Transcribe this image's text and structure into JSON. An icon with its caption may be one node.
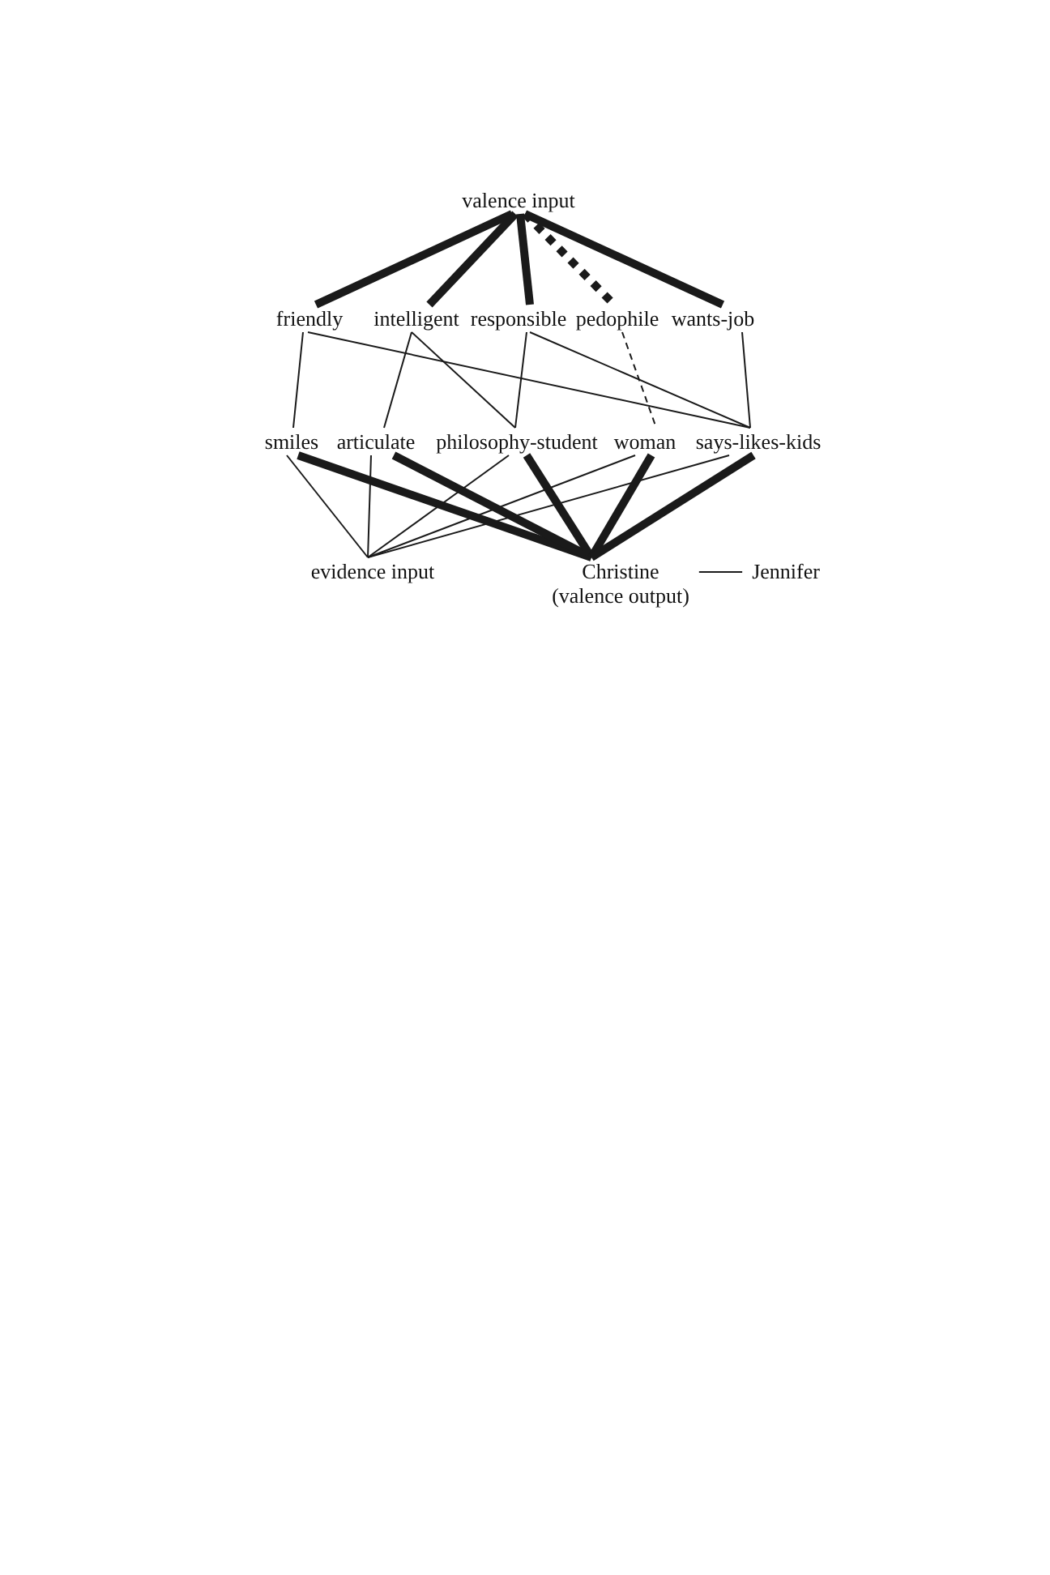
{
  "diagram": {
    "nodes": [
      {
        "text": [
          "valence input"
        ]
      },
      {
        "text": [
          "friendly"
        ]
      },
      {
        "text": [
          "intelligent"
        ]
      },
      {
        "text": [
          "responsible"
        ]
      },
      {
        "text": [
          "pedophile"
        ]
      },
      {
        "text": [
          "wants-job"
        ]
      },
      {
        "text": [
          "smiles"
        ]
      },
      {
        "text": [
          "articulate"
        ]
      },
      {
        "text": [
          "philosophy-student"
        ]
      },
      {
        "text": [
          "woman"
        ]
      },
      {
        "text": [
          "says-likes-kids"
        ]
      },
      {
        "text": [
          "evidence input"
        ]
      },
      {
        "text": [
          "Christine",
          "(valence output)"
        ]
      },
      {
        "text": [
          "Jennifer"
        ]
      }
    ],
    "edges": [
      {
        "from": 0,
        "to": 1,
        "arrow": "none",
        "style": "thick"
      },
      {
        "from": 0,
        "to": 2,
        "arrow": "none",
        "style": "thick"
      },
      {
        "from": 0,
        "to": 3,
        "arrow": "none",
        "style": "thick"
      },
      {
        "from": 0,
        "to": 4,
        "arrow": "none",
        "style": "dashed"
      },
      {
        "from": 0,
        "to": 5,
        "arrow": "none",
        "style": "thick"
      },
      {
        "from": 1,
        "to": 6,
        "arrow": "none"
      },
      {
        "from": 1,
        "to": 10,
        "arrow": "none"
      },
      {
        "from": 2,
        "to": 7,
        "arrow": "none"
      },
      {
        "from": 2,
        "to": 8,
        "arrow": "none"
      },
      {
        "from": 3,
        "to": 8,
        "arrow": "none"
      },
      {
        "from": 3,
        "to": 10,
        "arrow": "none"
      },
      {
        "from": 4,
        "to": 9,
        "arrow": "none",
        "style": "dashed"
      },
      {
        "from": 5,
        "to": 10,
        "arrow": "none"
      },
      {
        "from": 6,
        "to": 11,
        "arrow": "none"
      },
      {
        "from": 7,
        "to": 11,
        "arrow": "none"
      },
      {
        "from": 8,
        "to": 11,
        "arrow": "none"
      },
      {
        "from": 9,
        "to": 11,
        "arrow": "none"
      },
      {
        "from": 10,
        "to": 11,
        "arrow": "none"
      },
      {
        "from": 6,
        "to": 12,
        "arrow": "none",
        "style": "thick"
      },
      {
        "from": 7,
        "to": 12,
        "arrow": "none",
        "style": "thick"
      },
      {
        "from": 8,
        "to": 12,
        "arrow": "none",
        "style": "thick"
      },
      {
        "from": 9,
        "to": 12,
        "arrow": "none",
        "style": "thick"
      },
      {
        "from": 10,
        "to": 12,
        "arrow": "none",
        "style": "thick"
      },
      {
        "from": 12,
        "to": 13,
        "arrow": "none"
      }
    ]
  }
}
